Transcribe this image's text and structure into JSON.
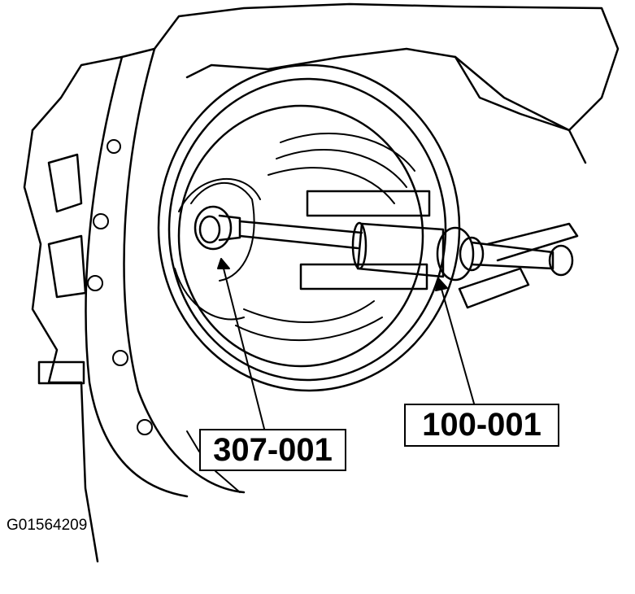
{
  "callouts": [
    {
      "label": "307-001"
    },
    {
      "label": "100-001"
    }
  ],
  "figure_id": "G01564209"
}
